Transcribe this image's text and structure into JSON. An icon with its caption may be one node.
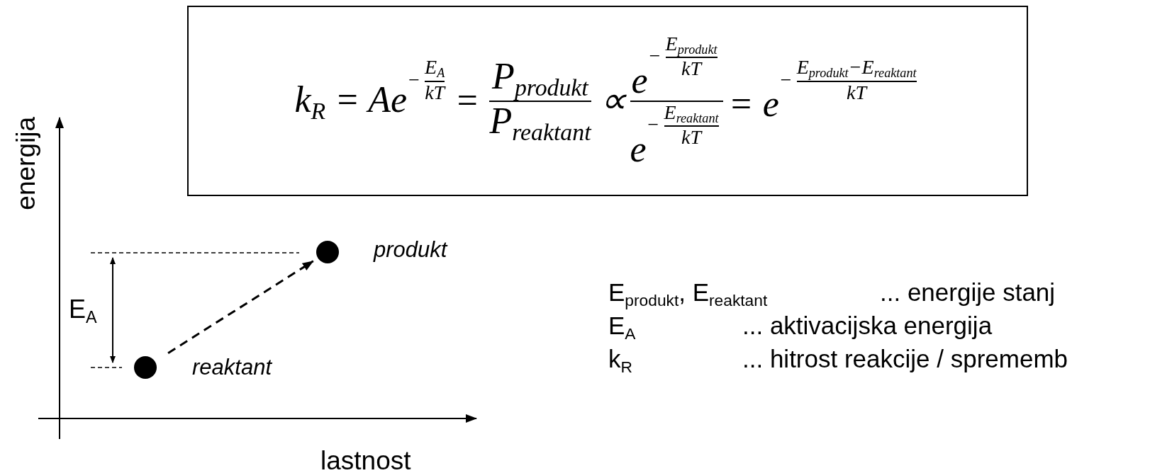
{
  "diagram": {
    "nodes": [
      {
        "text": [
          "k$_{R}$ = Ae",
          "−",
          "E$_{A}$",
          "kT",
          "=",
          "P$_{produkt}$",
          "P$_{reaktant}$",
          "∝",
          "e",
          "−",
          "E$_{produkt}$",
          "kT",
          "e",
          "−",
          "E$_{reaktant}$",
          "kT",
          "= e",
          "−",
          "E$_{produkt}$−E$_{reaktant}$",
          "kT"
        ]
      },
      {
        "text": [],
        "shape": "circle",
        "beside": [
          "reaktant"
        ]
      },
      {
        "text": [],
        "shape": "circle",
        "beside": [
          "produkt"
        ]
      }
    ],
    "edges": [
      {
        "from": 1,
        "to": 2,
        "arrow": "to",
        "style": "dashed"
      }
    ],
    "labels": [
      "energija",
      "lastnost",
      "E$_{A}$",
      "E$_{produkt}$, E$_{reaktant}$",
      "... energije stanj",
      "E$_{A}$",
      "... aktivacijska energija",
      "k$_{R}$",
      "... hitrost reakcije / sprememb"
    ]
  }
}
